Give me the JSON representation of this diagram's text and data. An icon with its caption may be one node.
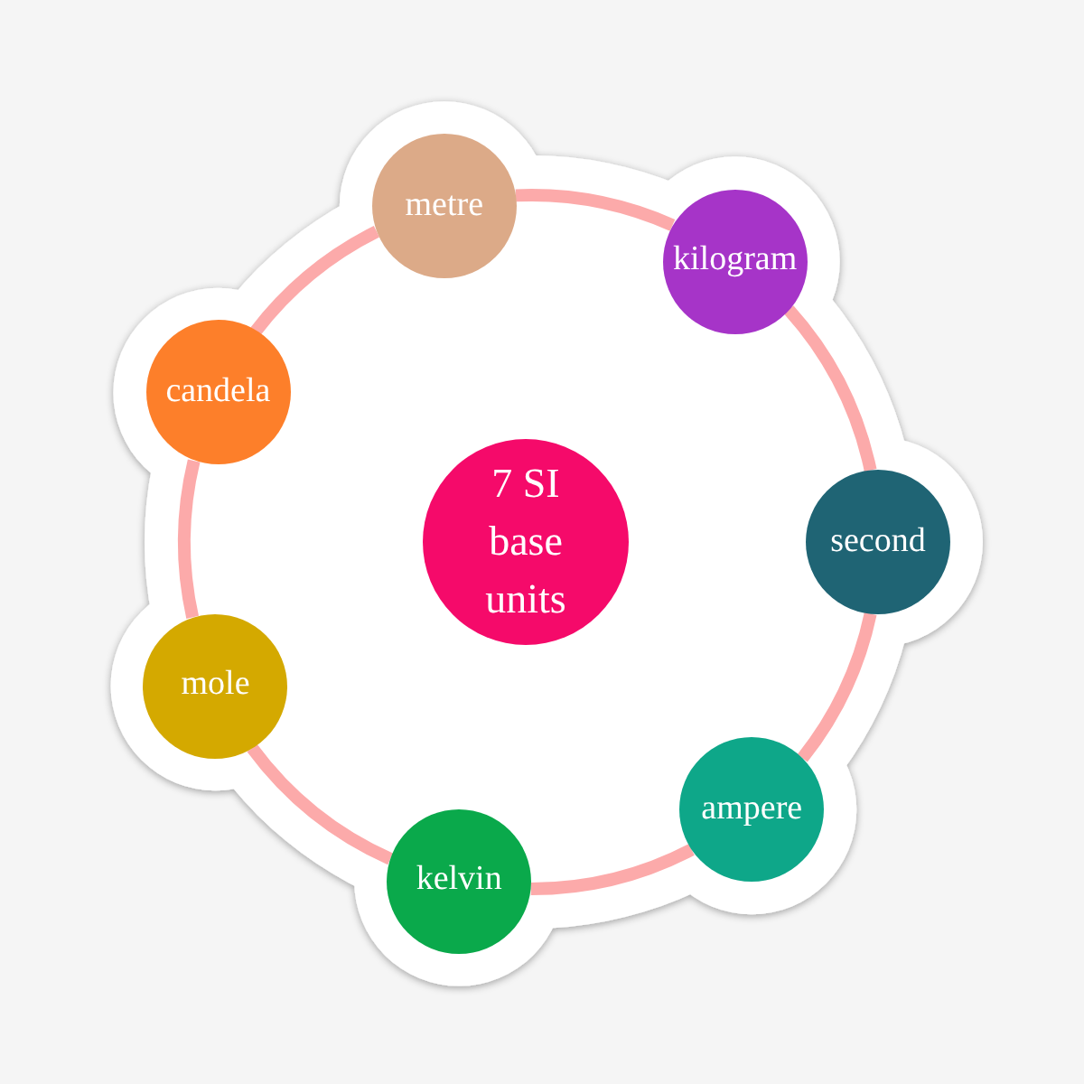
{
  "diagram": {
    "nodes": [
      {
        "text": [
          "7 SI base units"
        ]
      },
      {
        "text": [
          "metre"
        ]
      },
      {
        "text": [
          "kilogram"
        ]
      },
      {
        "text": [
          "second"
        ]
      },
      {
        "text": [
          "ampere"
        ]
      },
      {
        "text": [
          "kelvin"
        ]
      },
      {
        "text": [
          "mole"
        ]
      },
      {
        "text": [
          "candela"
        ]
      }
    ],
    "edges": [
      {
        "from": 1,
        "to": 2,
        "arrow": "none"
      },
      {
        "from": 2,
        "to": 3,
        "arrow": "none"
      },
      {
        "from": 3,
        "to": 4,
        "arrow": "none"
      },
      {
        "from": 4,
        "to": 5,
        "arrow": "none"
      },
      {
        "from": 5,
        "to": 6,
        "arrow": "none"
      },
      {
        "from": 6,
        "to": 7,
        "arrow": "none"
      },
      {
        "from": 7,
        "to": 1,
        "arrow": "none"
      }
    ]
  }
}
